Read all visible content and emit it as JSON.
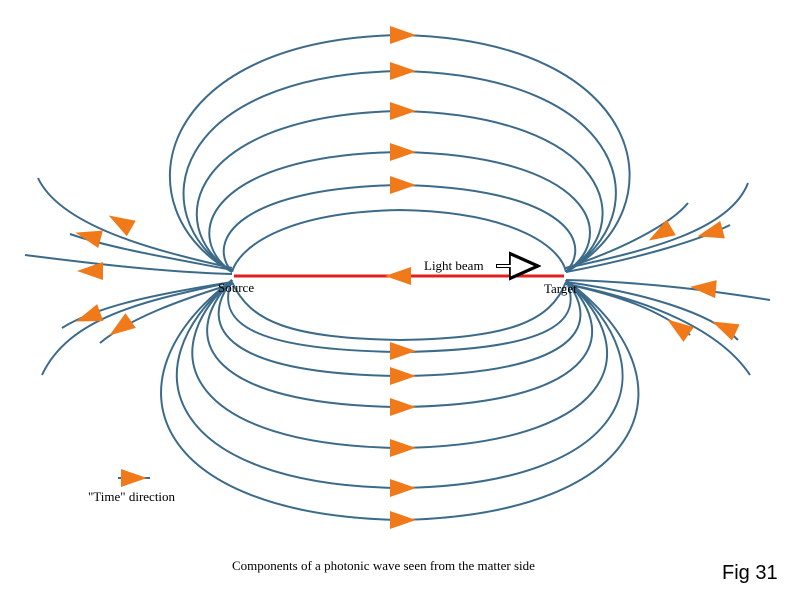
{
  "diagram": {
    "label_source": "Source",
    "label_target": "Target",
    "label_beam": "Light beam",
    "legend_label": "\"Time\" direction",
    "caption": "Components of a photonic wave seen from the matter side",
    "fig_label": "Fig 31",
    "colors": {
      "field_line": "#3c6b8a",
      "arrow": "#f07a1a",
      "beam": "#e0201c",
      "text": "#000000"
    }
  }
}
